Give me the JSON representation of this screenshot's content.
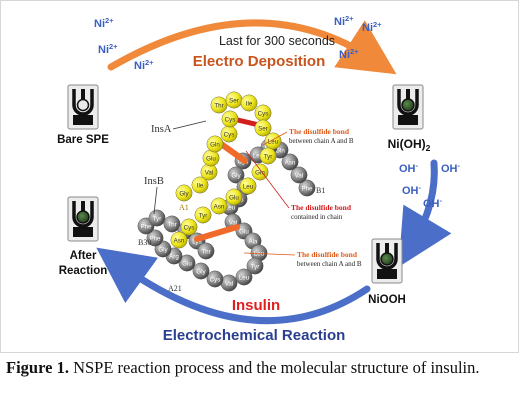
{
  "figure": {
    "top_duration": "Last for 300 seconds",
    "electro_deposition": "Electro Deposition",
    "electrochemical_reaction": "Electrochemical Reaction",
    "insulin_label": "Insulin",
    "ion_ni": "Ni",
    "ion_ni_charge": "2+",
    "ion_oh": "OH",
    "ion_oh_charge": "-",
    "states": {
      "bare_spe": "Bare SPE",
      "nioh2_main": "Ni(OH)",
      "nioh2_sub": "2",
      "niooh": "NiOOH",
      "after_reaction_line1": "After",
      "after_reaction_line2": "Reaction"
    },
    "chain_labels": {
      "insA": "InsA",
      "insB": "InsB",
      "a1": "A1",
      "a21": "A21",
      "b1": "B1",
      "b30": "B30"
    },
    "disulfide_notes": {
      "ab_top_title": "The disulfide bond",
      "ab_top_sub": "between chain A and B",
      "in_chain_title": "The disulfide bond",
      "in_chain_sub": "contained in chain",
      "ab_bottom_title": "The disulfide bond",
      "ab_bottom_sub": "between chain A and B"
    },
    "residues": {
      "a_chain": [
        "Gly",
        "Ile",
        "Val",
        "Glu",
        "Gln",
        "Cys",
        "Cys",
        "Thr",
        "Ser",
        "Ile",
        "Cys",
        "Ser",
        "Leu",
        "Tyr",
        "Gln",
        "Leu",
        "Glu",
        "Asn",
        "Tyr",
        "Cys",
        "Asn"
      ],
      "b_chain": [
        "Phe",
        "Val",
        "Asn",
        "Gln",
        "His",
        "Leu",
        "Cys",
        "Gly",
        "Ser",
        "His",
        "Leu",
        "Val",
        "Glu",
        "Ala",
        "Leu",
        "Tyr",
        "Leu",
        "Val",
        "Cys",
        "Gly",
        "Glu",
        "Arg",
        "Gly",
        "Phe",
        "Phe",
        "Tyr",
        "Thr",
        "Pro",
        "Lys",
        "Thr"
      ]
    },
    "colors": {
      "orange_arrow": "#f08a3a",
      "blue_arrow": "#4b6fc9",
      "title_orange": "#c8541e",
      "title_blue": "#2b3f8f",
      "insulin_red": "#e01f1f",
      "a_chain_yellow": "#f2ec1a",
      "b_chain_gray": "#7a7a7a",
      "bond_orange": "#f06a2a",
      "bond_red": "#d21e1e",
      "note_orange": "#e05a18",
      "note_red": "#d01a1a"
    }
  },
  "caption": {
    "label": "Figure 1.",
    "text": " NSPE reaction process and the molecular structure of insulin."
  }
}
